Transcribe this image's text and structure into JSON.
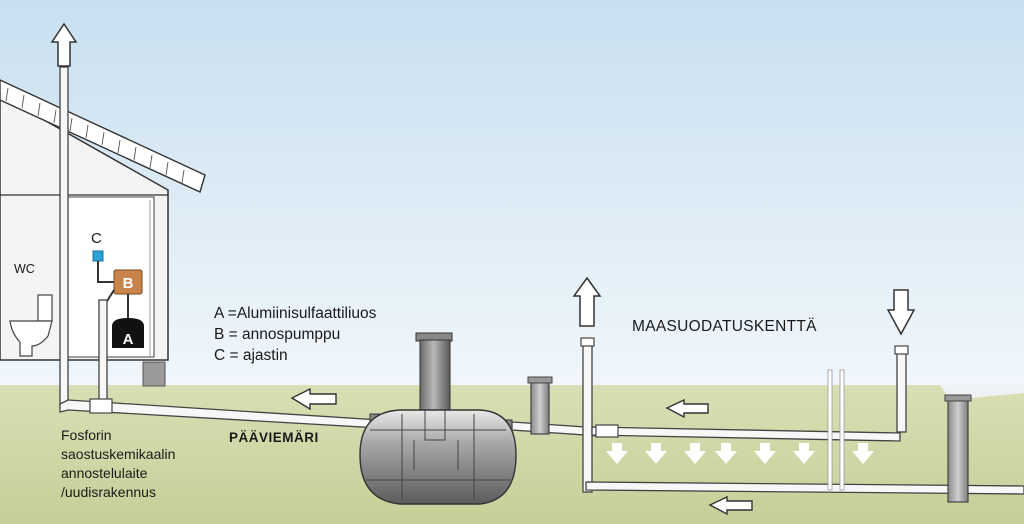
{
  "legend": {
    "line_a": "A =Alumiinisulfaattiliuos",
    "line_b": "B = annospumppu",
    "line_c": "C = ajastin"
  },
  "labels": {
    "filter_field": "MAASUODATUSKENTTÄ",
    "main_sewer": "PÄÄVIEMÄRI",
    "wc": "WC",
    "device_line1": "Fosforin",
    "device_line2": "saostuskemikaalin",
    "device_line3": "annostelulaite",
    "device_line4": "/uudisrakennus",
    "component_a": "A",
    "component_b": "B",
    "component_c": "C"
  },
  "colors": {
    "sky_top": "#c8dff0",
    "sky_bottom": "#ffffff",
    "ground": "#cfd6a6",
    "house_wall": "#f4f4f4",
    "pump_box": "#c8844a",
    "timer": "#2ea3d8",
    "tank": "#9a9a9a"
  },
  "icons": [
    "up-arrow-icon",
    "down-arrow-icon",
    "left-arrow-icon",
    "flow-down-arrow-icon"
  ]
}
